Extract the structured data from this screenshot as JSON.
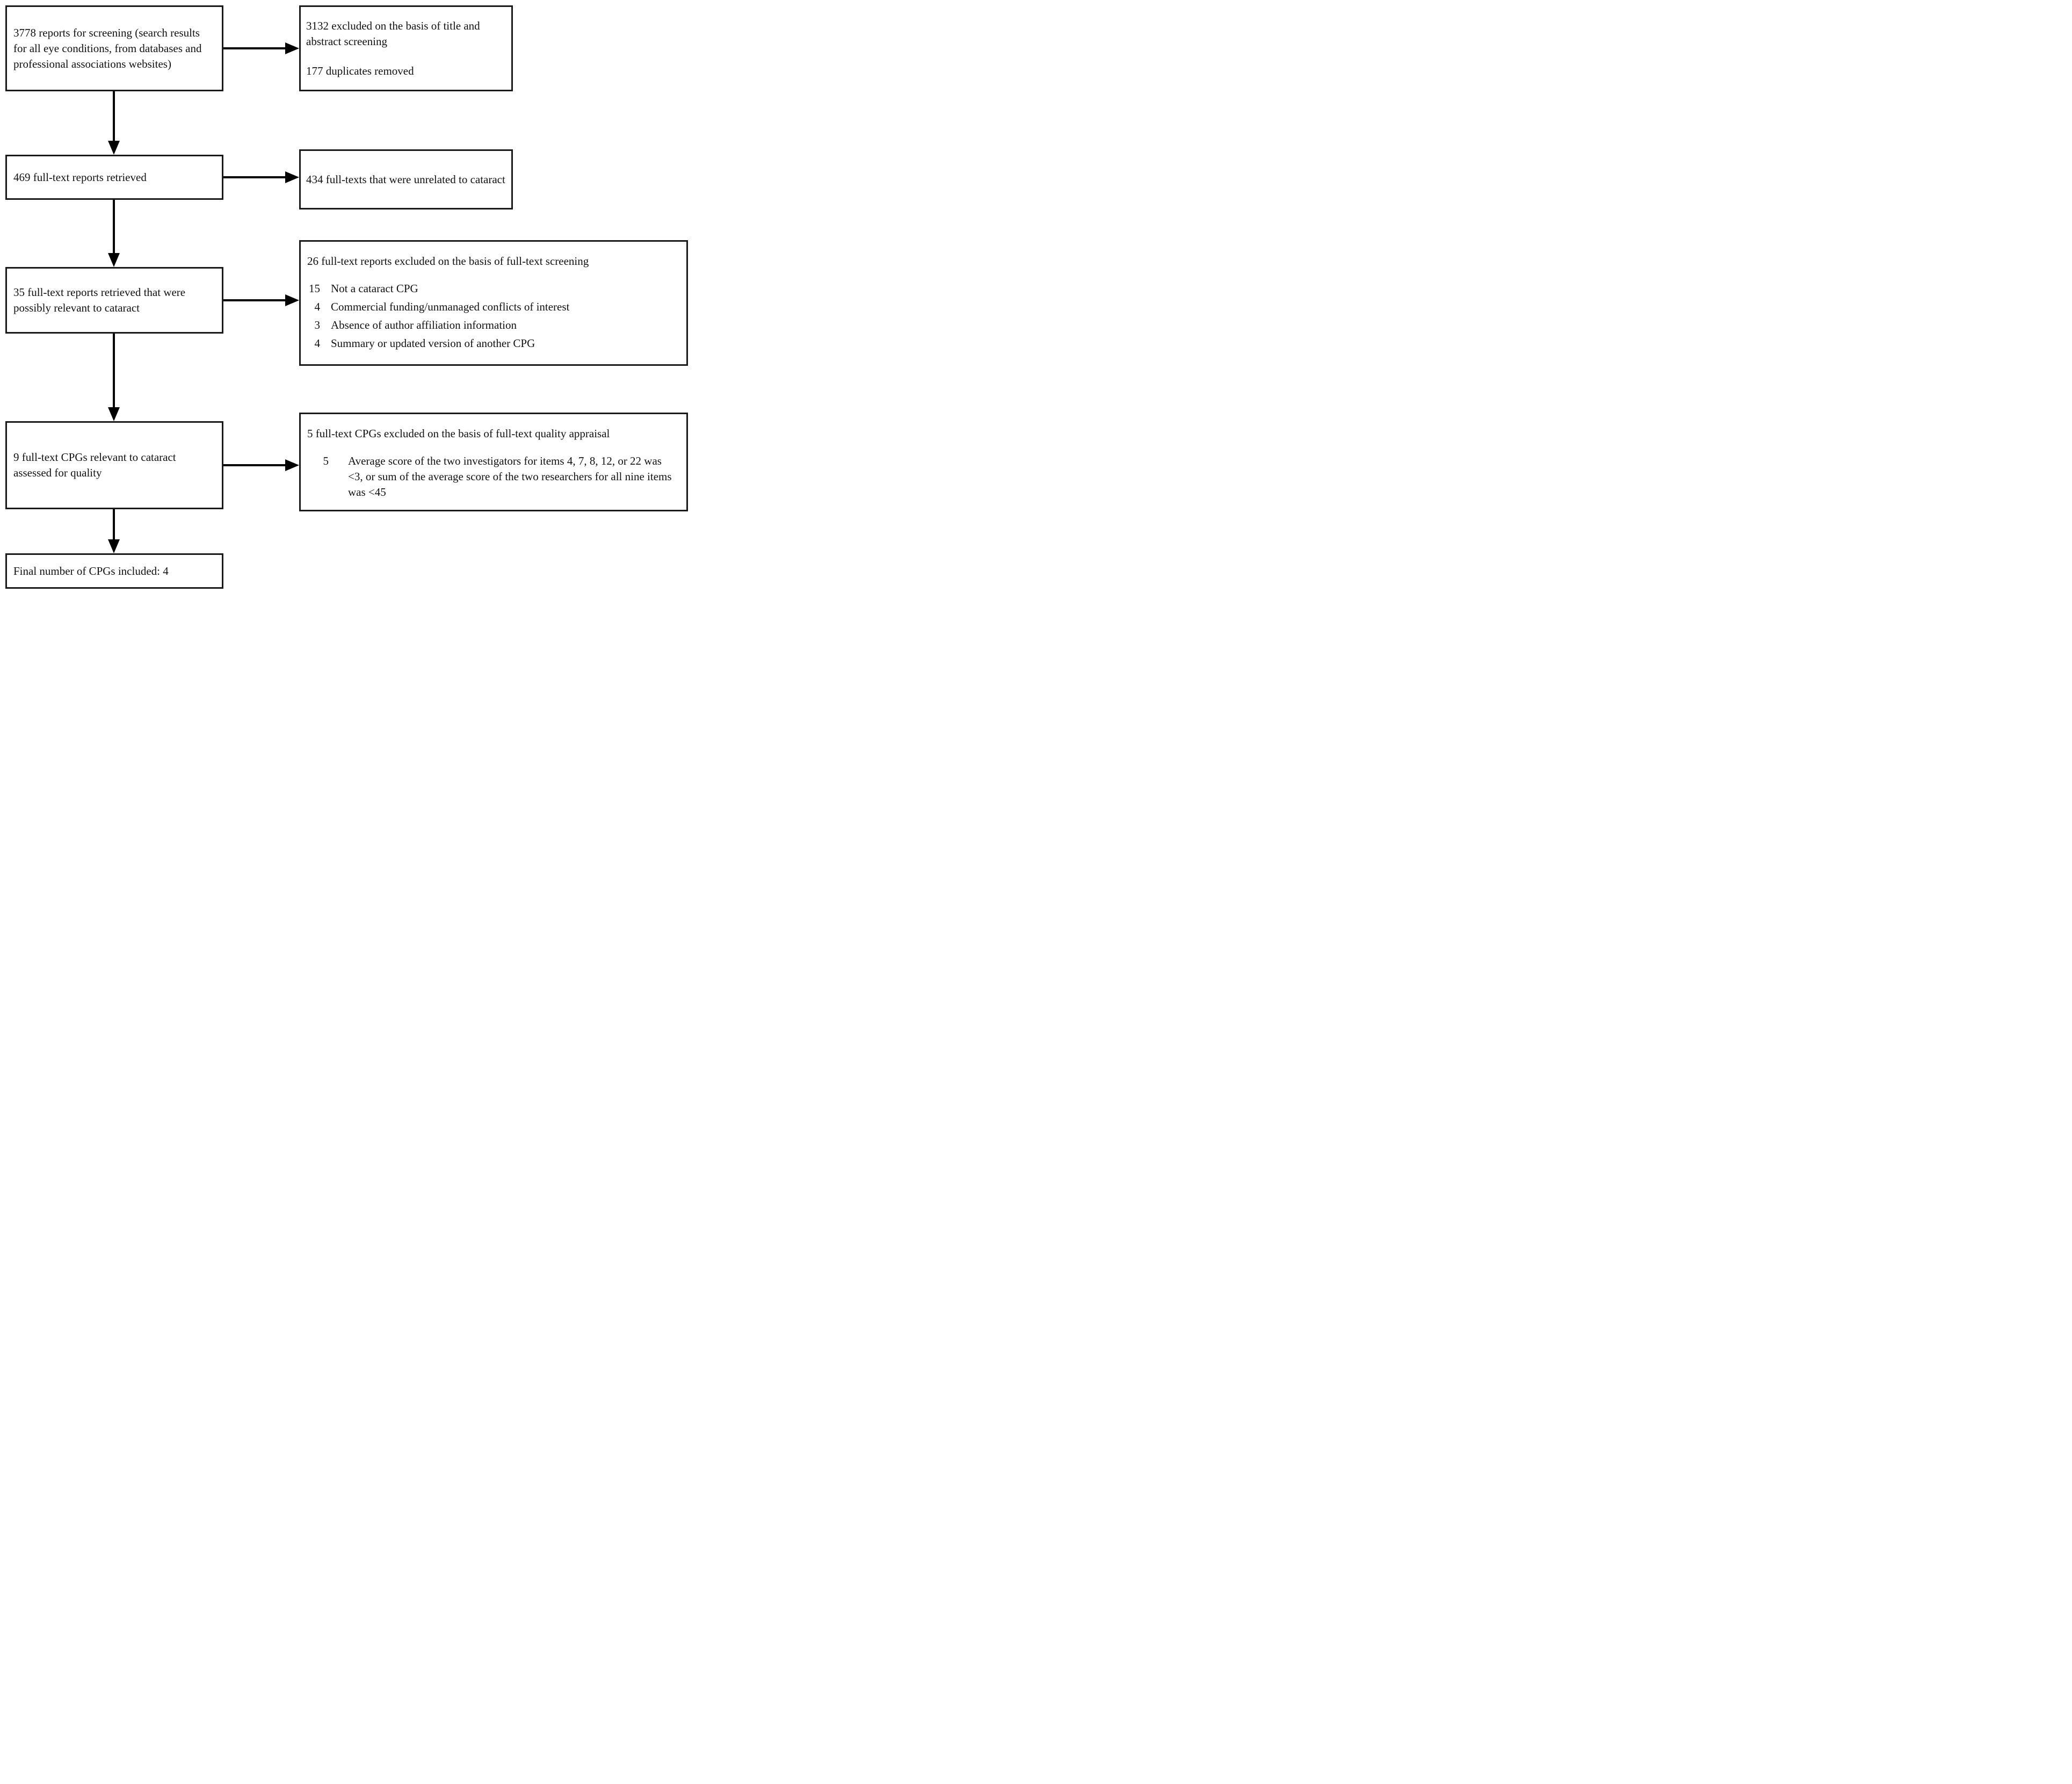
{
  "colors": {
    "background": "#ffffff",
    "box_border": "#1a1a1a",
    "arrow": "#000000",
    "text": "#111111"
  },
  "flowchart": {
    "main_boxes": [
      {
        "text": "3778 reports for screening (search results for all eye conditions, from databases and professional associations websites)"
      },
      {
        "text": "469 full-text reports retrieved"
      },
      {
        "text": "35 full-text reports retrieved that were possibly relevant to cataract"
      },
      {
        "text": "9 full-text CPGs relevant to cataract assessed for quality"
      },
      {
        "text": "Final number of CPGs included: 4"
      }
    ],
    "exclusion_boxes": [
      {
        "paragraphs": [
          "3132 excluded on the basis of title and abstract screening",
          "177 duplicates removed"
        ]
      },
      {
        "paragraphs": [
          "434 full-texts that were unrelated to cataract"
        ]
      },
      {
        "header": "26 full-text reports excluded on the basis of full-text screening",
        "items": [
          {
            "count": "15",
            "reason": "Not a cataract CPG"
          },
          {
            "count": "4",
            "reason": "Commercial funding/unmanaged conflicts of interest"
          },
          {
            "count": "3",
            "reason": "Absence of author affiliation information"
          },
          {
            "count": "4",
            "reason": "Summary or updated version of another CPG"
          }
        ]
      },
      {
        "header": "5 full-text CPGs excluded on the basis of full-text quality appraisal",
        "items": [
          {
            "count": "5",
            "reason": "Average score of the two investigators for items 4, 7, 8, 12, or 22 was <3, or sum of the average score of the two researchers for all nine items was <45"
          }
        ]
      }
    ]
  }
}
